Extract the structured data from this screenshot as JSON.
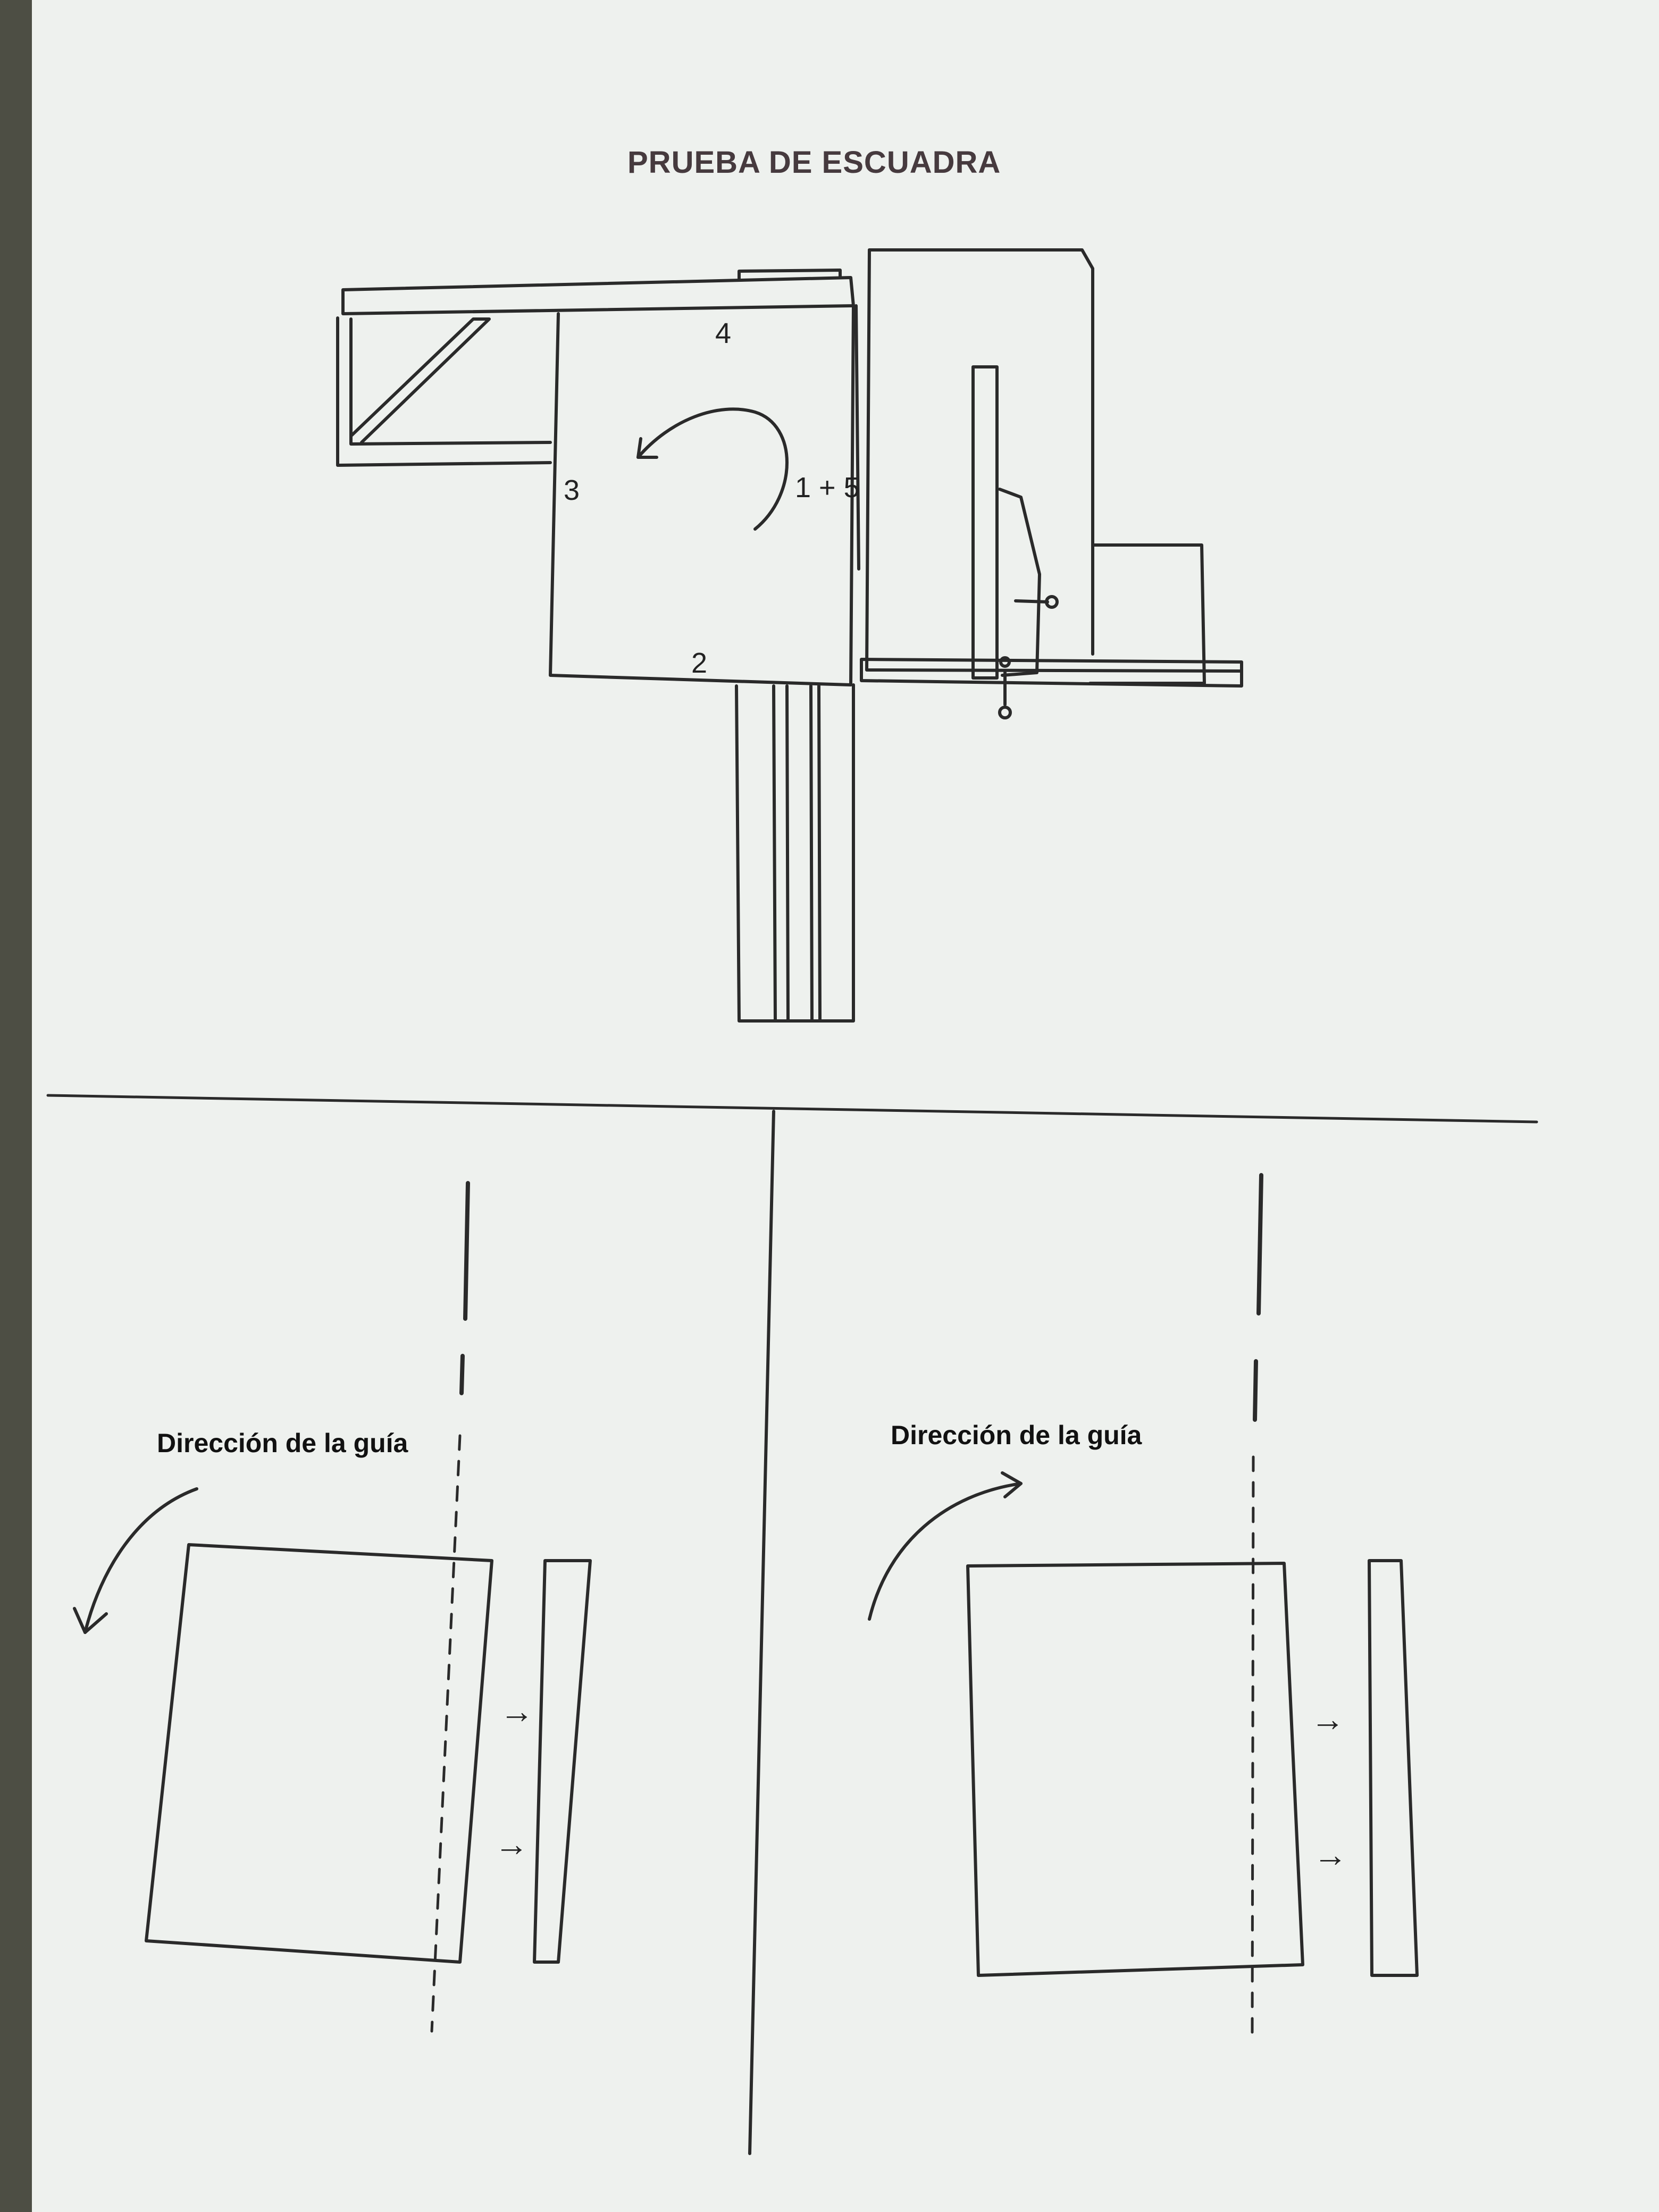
{
  "document": {
    "title": "PRUEBA DE ESCUADRA",
    "diagram_labels": {
      "side_3": "3",
      "side_4": "4",
      "side_2": "2",
      "rotation": "1 + 5"
    },
    "left_panel": {
      "caption": "Dirección de la guía",
      "arrow_glyph": "→"
    },
    "right_panel": {
      "caption": "Dirección de la guía",
      "arrow_glyph": "→"
    }
  },
  "colors": {
    "paper": "#eef1ee",
    "ink": "#1a1a1a",
    "background": "#4d4e44"
  }
}
